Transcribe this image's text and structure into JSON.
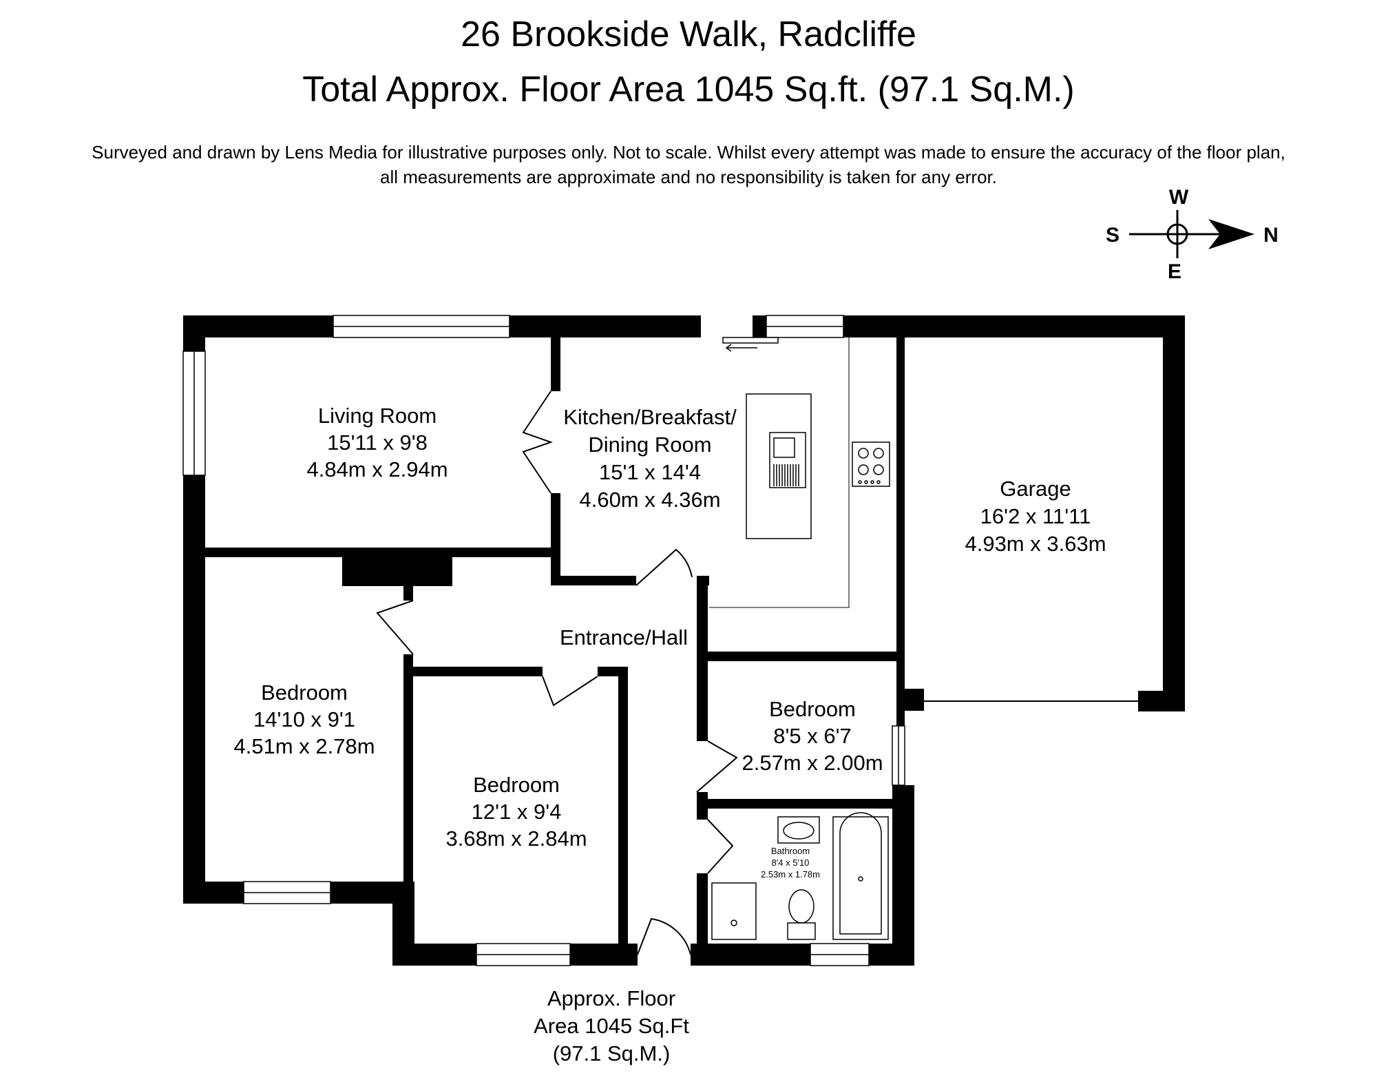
{
  "header": {
    "title": "26 Brookside Walk, Radcliffe",
    "subtitle": "Total Approx. Floor Area 1045 Sq.ft. (97.1 Sq.M.)",
    "disclaimer_line1": "Surveyed and drawn by Lens Media for illustrative purposes only. Not to scale. Whilst every attempt was made to ensure the accuracy of the floor plan,",
    "disclaimer_line2": "all measurements are approximate and no responsibility is taken for any error."
  },
  "compass": {
    "north": "N",
    "south": "S",
    "east": "E",
    "west": "W"
  },
  "rooms": {
    "living": {
      "name": "Living Room",
      "imperial": "15'11 x 9'8",
      "metric": "4.84m x 2.94m"
    },
    "kitchen": {
      "name1": "Kitchen/Breakfast/",
      "name2": "Dining Room",
      "imperial": "15'1 x 14'4",
      "metric": "4.60m x 4.36m"
    },
    "garage": {
      "name": "Garage",
      "imperial": "16'2 x 11'11",
      "metric": "4.93m x 3.63m"
    },
    "hall": {
      "name": "Entrance/Hall"
    },
    "bedroom1": {
      "name": "Bedroom",
      "imperial": "14'10 x 9'1",
      "metric": "4.51m x 2.78m"
    },
    "bedroom2": {
      "name": "Bedroom",
      "imperial": "12'1 x 9'4",
      "metric": "3.68m x 2.84m"
    },
    "bedroom3": {
      "name": "Bedroom",
      "imperial": "8'5 x 6'7",
      "metric": "2.57m x 2.00m"
    },
    "bathroom": {
      "name": "Bathroom",
      "imperial": "8'4 x 5'10",
      "metric": "2.53m x 1.78m"
    }
  },
  "footer": {
    "line1": "Approx. Floor",
    "line2": "Area 1045 Sq.Ft",
    "line3": "(97.1 Sq.M.)"
  }
}
